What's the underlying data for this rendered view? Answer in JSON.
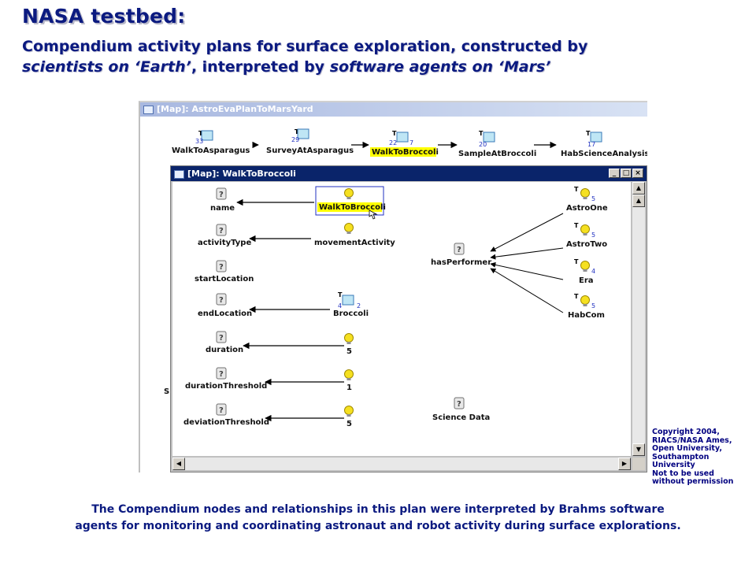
{
  "slide": {
    "title": "NASA testbed:",
    "subtitle_a": "Compendium activity plans for surface exploration, constructed by",
    "subtitle_b_italic": "scientists on ‘Earth’",
    "subtitle_c": ", interpreted by ",
    "subtitle_d_italic": "software agents on ‘Mars’",
    "caption_line1": "The Compendium nodes and relationships in this plan were interpreted by Brahms software",
    "caption_line2": "agents for monitoring and coordinating astronaut and robot activity during surface explorations.",
    "copyright": [
      "Copyright 2004,",
      "RIACS/NASA Ames,",
      "Open University,",
      "Southampton",
      "University",
      "Not to be used",
      "without permission"
    ]
  },
  "outer_window": {
    "title": "[Map]: AstroEvaPlanToMarsYard",
    "nodes": [
      {
        "label": "WalkToAsparagus",
        "t": "T",
        "count": "33",
        "highlight": false
      },
      {
        "label": "SurveyAtAsparagus",
        "t": "T",
        "count": "29",
        "highlight": false
      },
      {
        "label": "WalkToBroccoli",
        "t": "T",
        "count": "22",
        "extra": "7",
        "highlight": true
      },
      {
        "label": "SampleAtBroccoli",
        "t": "T",
        "count": "20",
        "highlight": false
      },
      {
        "label": "HabScienceAnalysis",
        "t": "T",
        "count": "17",
        "highlight": false
      }
    ]
  },
  "inner_window": {
    "title": "[Map]: WalkToBroccoli",
    "buttons": {
      "minimize": "_",
      "maximize": "□",
      "close": "×"
    },
    "left_nodes": [
      "name",
      "activityType",
      "startLocation",
      "endLocation",
      "duration",
      "durationThreshold",
      "deviationThreshold"
    ],
    "value_nodes": {
      "walk": "WalkToBroccoli",
      "movement": "movementActivity",
      "broccoli": {
        "label": "Broccoli",
        "t": "T",
        "count": "4",
        "extra": "2"
      },
      "duration": "5",
      "durationThreshold": "1",
      "deviationThreshold": "5"
    },
    "performer": "hasPerformer",
    "science": "Science Data",
    "agents": [
      {
        "label": "AstroOne",
        "t": "T",
        "count": "5"
      },
      {
        "label": "AstroTwo",
        "t": "T",
        "count": "5"
      },
      {
        "label": "Era",
        "t": "T",
        "count": "4"
      },
      {
        "label": "HabCom",
        "t": "T",
        "count": "5"
      }
    ],
    "cut_letter": "S"
  },
  "icons": {
    "question": "question-node-icon",
    "bulb": "lightbulb-node-icon",
    "map": "map-node-icon",
    "cursor": "hand-cursor-icon"
  },
  "colors": {
    "heading": "#0b1a80",
    "highlight": "#ffff00",
    "bulb": "#f5e020",
    "selection_border": "#2030c0"
  }
}
